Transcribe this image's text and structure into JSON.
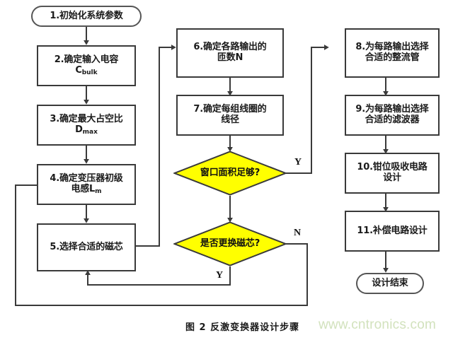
{
  "figure": {
    "caption": "图 2  反激变换器设计步骤",
    "watermark": "www.cntronics.com",
    "colors": {
      "decision_fill": "#ffff00",
      "decision_stroke": "#3a3a3a",
      "box_stroke": "#3a3a3a",
      "line": "#3a3a3a",
      "watermark": "#d2e2bd",
      "background": "#ffffff"
    }
  },
  "nodes": {
    "start": {
      "type": "terminal",
      "label": "1.初始化系统参数"
    },
    "step2": {
      "type": "process",
      "line1": "2.确定输入电容",
      "line2_main": "C",
      "line2_sub": "bulk"
    },
    "step3": {
      "type": "process",
      "line1": "3.确定最大占空比",
      "line2_main": "D",
      "line2_sub": "max"
    },
    "step4": {
      "type": "process",
      "line1": "4.确定变压器初级",
      "line2_main": "电感L",
      "line2_sub": "m"
    },
    "step5": {
      "type": "process",
      "label": "5.选择合适的磁芯"
    },
    "step6": {
      "type": "process",
      "line1": "6.确定各路输出的",
      "line2": "匝数N"
    },
    "step7": {
      "type": "process",
      "line1": "7.确定每组线圈的",
      "line2": "线径"
    },
    "decision1": {
      "type": "decision",
      "label": "窗口面积足够?"
    },
    "decision2": {
      "type": "decision",
      "label": "是否更换磁芯?"
    },
    "step8": {
      "type": "process",
      "line1": "8.为每路输出选择",
      "line2": "合适的整流管"
    },
    "step9": {
      "type": "process",
      "line1": "9.为每路输出选择",
      "line2": "合适的滤波器"
    },
    "step10": {
      "type": "process",
      "line1": "10.钳位吸收电路",
      "line2": "设计"
    },
    "step11": {
      "type": "process",
      "label": "11.补偿电路设计"
    },
    "end": {
      "type": "terminal",
      "label": "设计结束"
    }
  },
  "branch_labels": {
    "d1_yes": "Y",
    "d2_no": "N",
    "d2_yes": "Y"
  }
}
